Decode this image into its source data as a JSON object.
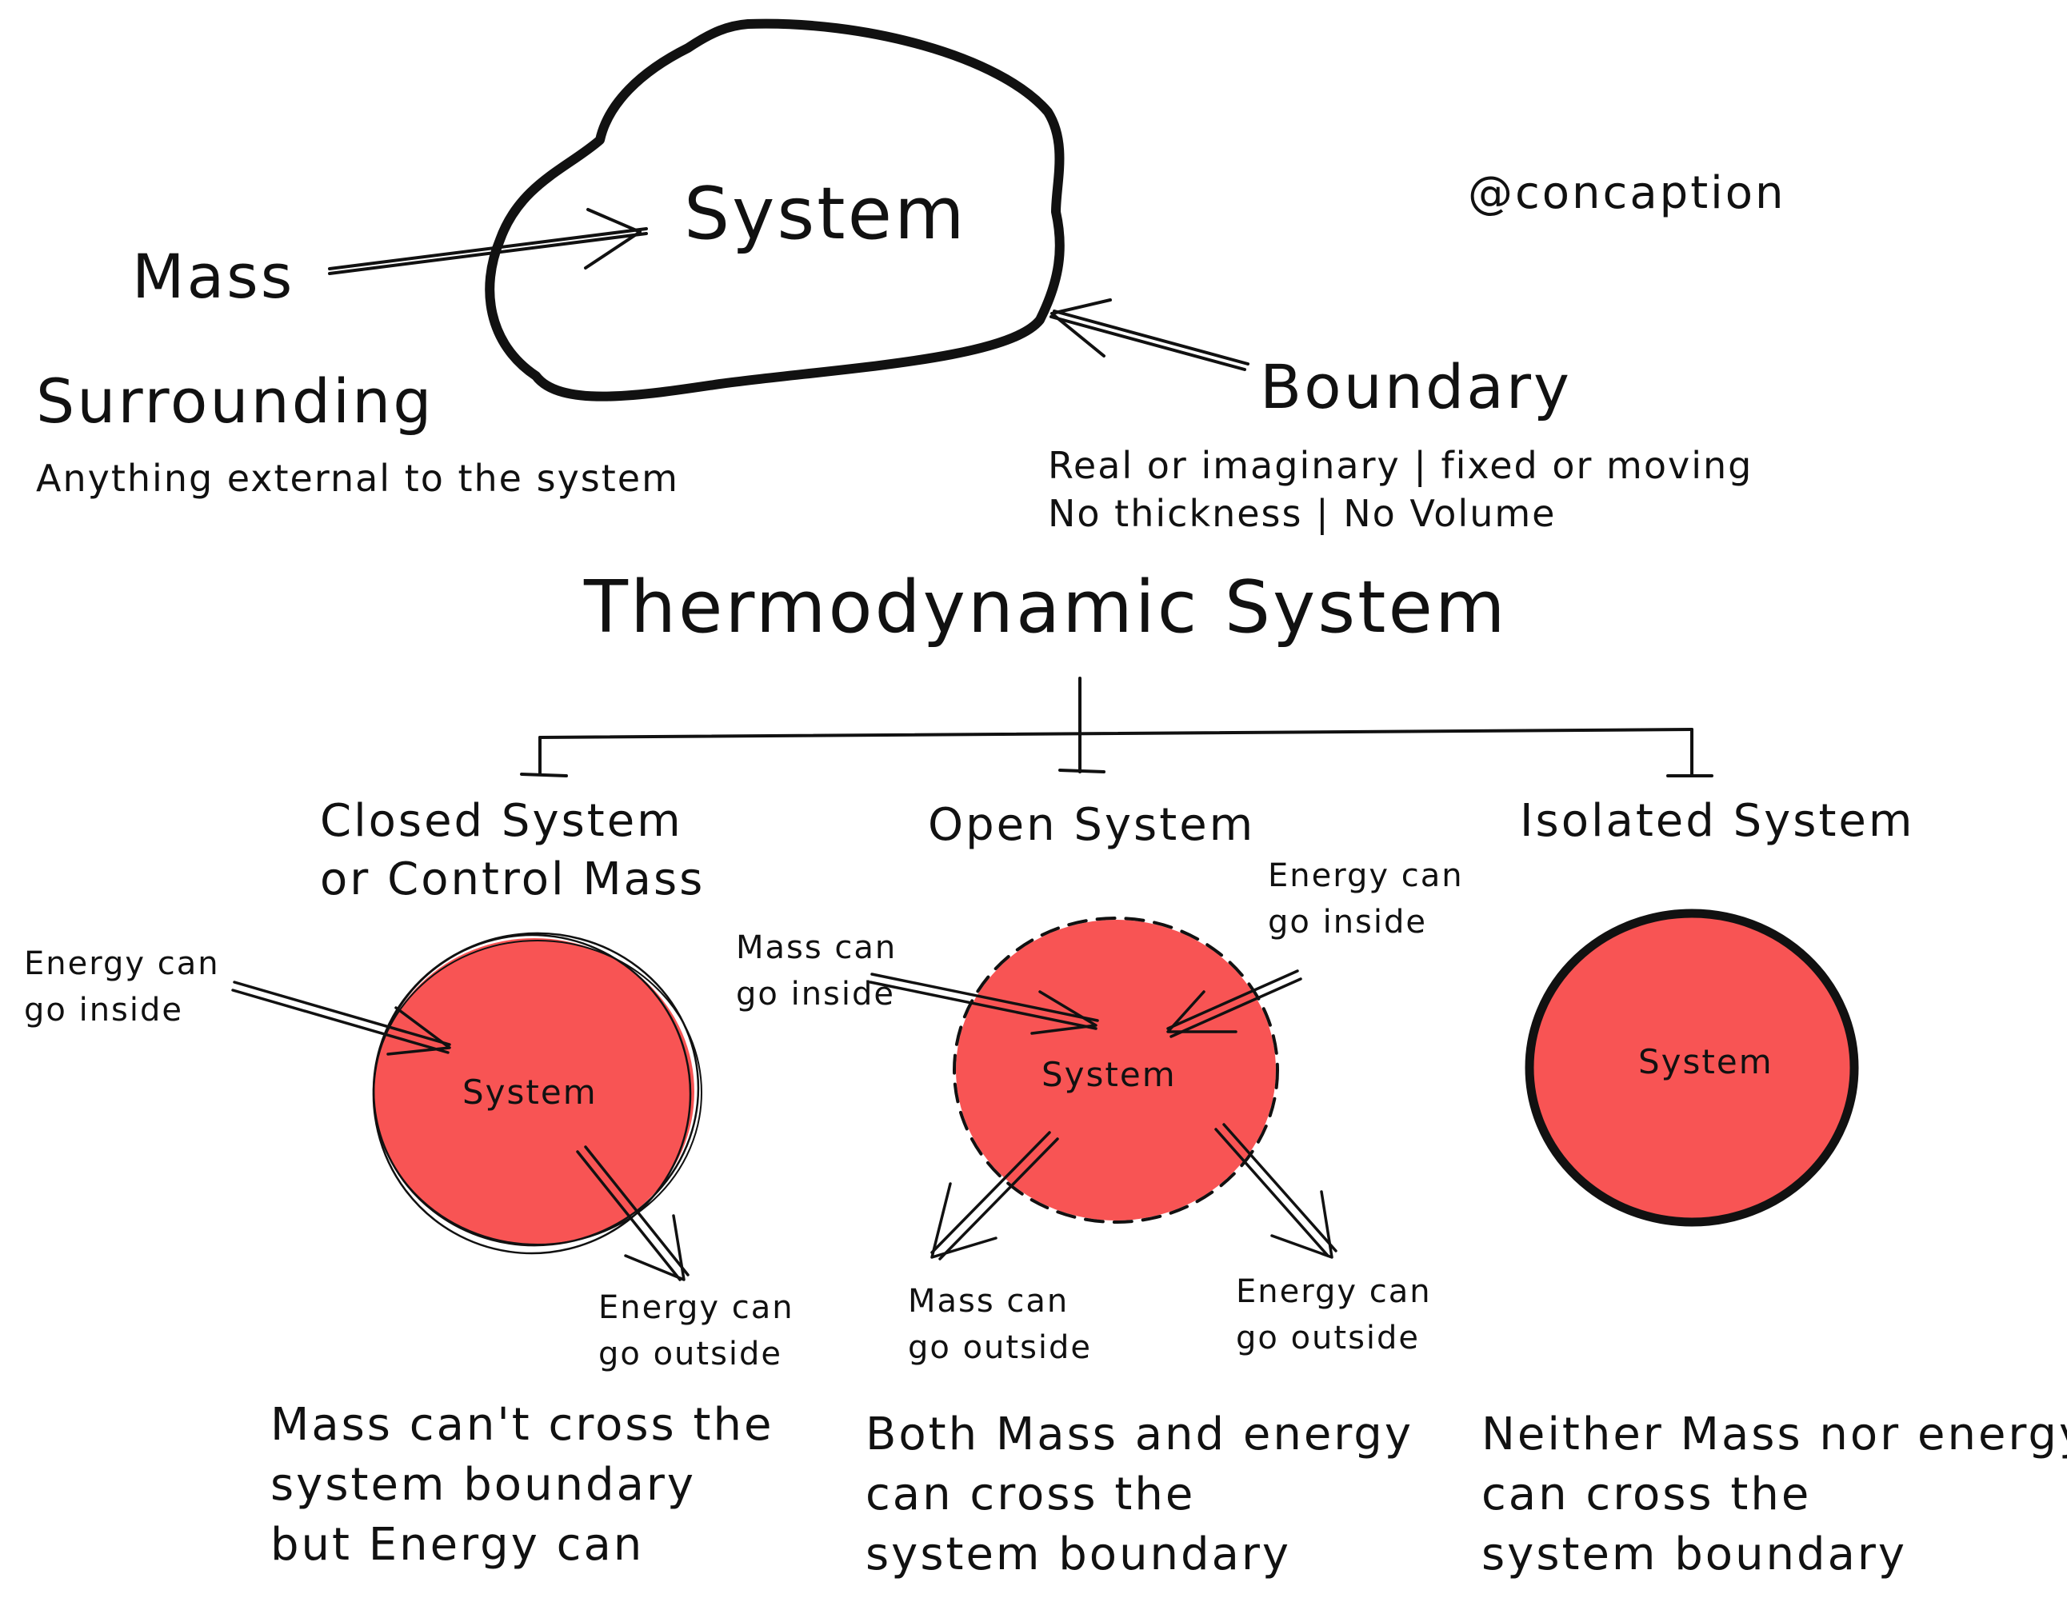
{
  "colors": {
    "ink": "#111111",
    "system_fill": "#f85454",
    "background": "#ffffff"
  },
  "top": {
    "system_label": "System",
    "mass_label": "Mass",
    "handle": "@concaption",
    "surrounding": {
      "title": "Surrounding",
      "description": "Anything external to the system"
    },
    "boundary": {
      "title": "Boundary",
      "line1": "Real or imaginary | fixed or moving",
      "line2": "No thickness | No Volume"
    }
  },
  "title": "Thermodynamic System",
  "types": {
    "closed": {
      "title_line1": "Closed System",
      "title_line2": "or Control Mass",
      "circle_label": "System",
      "energy_in_line1": "Energy can",
      "energy_in_line2": "go inside",
      "energy_out_line1": "Energy can",
      "energy_out_line2": "go outside",
      "summary_line1": "Mass can't cross the",
      "summary_line2": "system boundary",
      "summary_line3": "but Energy can"
    },
    "open": {
      "title": "Open System",
      "circle_label": "System",
      "mass_in_line1": "Mass can",
      "mass_in_line2": "go inside",
      "energy_in_line1": "Energy can",
      "energy_in_line2": "go inside",
      "mass_out_line1": "Mass can",
      "mass_out_line2": "go outside",
      "energy_out_line1": "Energy can",
      "energy_out_line2": "go outside",
      "summary_line1": "Both Mass and energy",
      "summary_line2": "can cross the",
      "summary_line3": "system boundary"
    },
    "isolated": {
      "title": "Isolated System",
      "circle_label": "System",
      "summary_line1": "Neither Mass nor energy",
      "summary_line2": "can cross the",
      "summary_line3": "system boundary"
    }
  }
}
